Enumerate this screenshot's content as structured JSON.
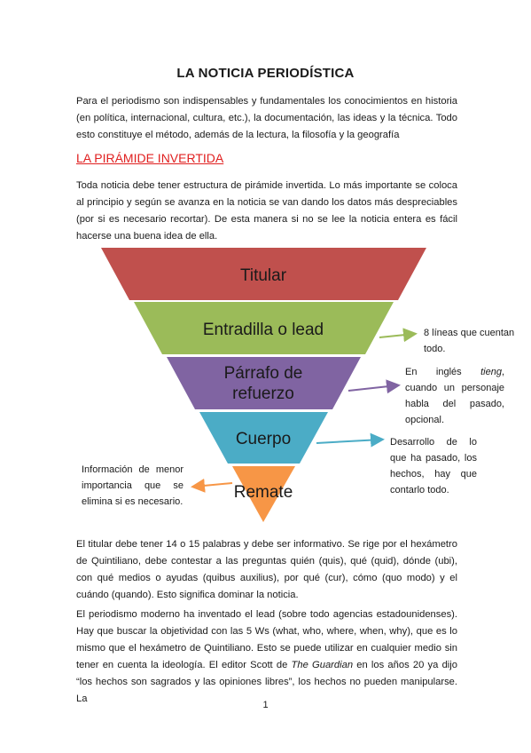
{
  "document": {
    "title": "LA NOTICIA PERIODÍSTICA",
    "intro": "Para el periodismo son indispensables y fundamentales los conocimientos en historia (en política, internacional, cultura, etc.), la documentación, las ideas y la técnica. Todo esto constituye el método, además de la lectura, la filosofía y la geografía",
    "section_heading": "LA PIRÁMIDE INVERTIDA",
    "pyramid_intro": "Toda noticia debe tener estructura de pirámide invertida. Lo más importante se coloca al principio y según se avanza en la noticia se van dando los datos más despreciables (por si es necesario recortar). De esta manera si no se lee la noticia entera es fácil hacerse una buena idea de ella.",
    "paragraph_titular": "El titular debe tener 14 o 15 palabras y debe ser informativo. Se rige por el hexámetro de Quintiliano, debe contestar a las preguntas quién (quis), qué (quid), dónde (ubi), con qué medios o ayudas (quibus auxilius), por qué (cur), cómo (quo modo) y el cuándo (quando). Esto significa dominar la noticia.",
    "paragraph_lead_part1": "El periodismo moderno ha inventado el lead (sobre todo agencias estadounidenses). Hay que buscar la objetividad con las 5 Ws (what, who, where, when, why), que es lo mismo que el hexámetro de Quintiliano. Esto se puede utilizar en cualquier medio sin tener en cuenta la ideología. El editor Scott de ",
    "paragraph_lead_italic": "The Guardian",
    "paragraph_lead_part2": " en los años 20 ya dijo “los hechos son sagrados y las opiniones libres”, los hechos no pueden manipularse. La",
    "page_number": "1"
  },
  "pyramid": {
    "levels": [
      {
        "label_lines": [
          "Titular"
        ],
        "color": "#c0504d"
      },
      {
        "label_lines": [
          "Entradilla o lead"
        ],
        "color": "#9bbb59"
      },
      {
        "label_lines": [
          "Párrafo de",
          "refuerzo"
        ],
        "color": "#8064a2"
      },
      {
        "label_lines": [
          "Cuerpo"
        ],
        "color": "#4bacc6"
      },
      {
        "label_lines": [
          "Remate"
        ],
        "color": "#f79646"
      }
    ],
    "notes": {
      "lead": "8 líneas que cuentan todo.",
      "refuerzo_part1": "En inglés ",
      "refuerzo_italic": "tieng",
      "refuerzo_part2": ", cuando un personaje habla del pasado, opcional.",
      "cuerpo": "Desarrollo de lo que ha pasado, los hechos, hay que contarlo todo.",
      "remate": "Información de menor importancia que se elimina si es necesario."
    }
  }
}
